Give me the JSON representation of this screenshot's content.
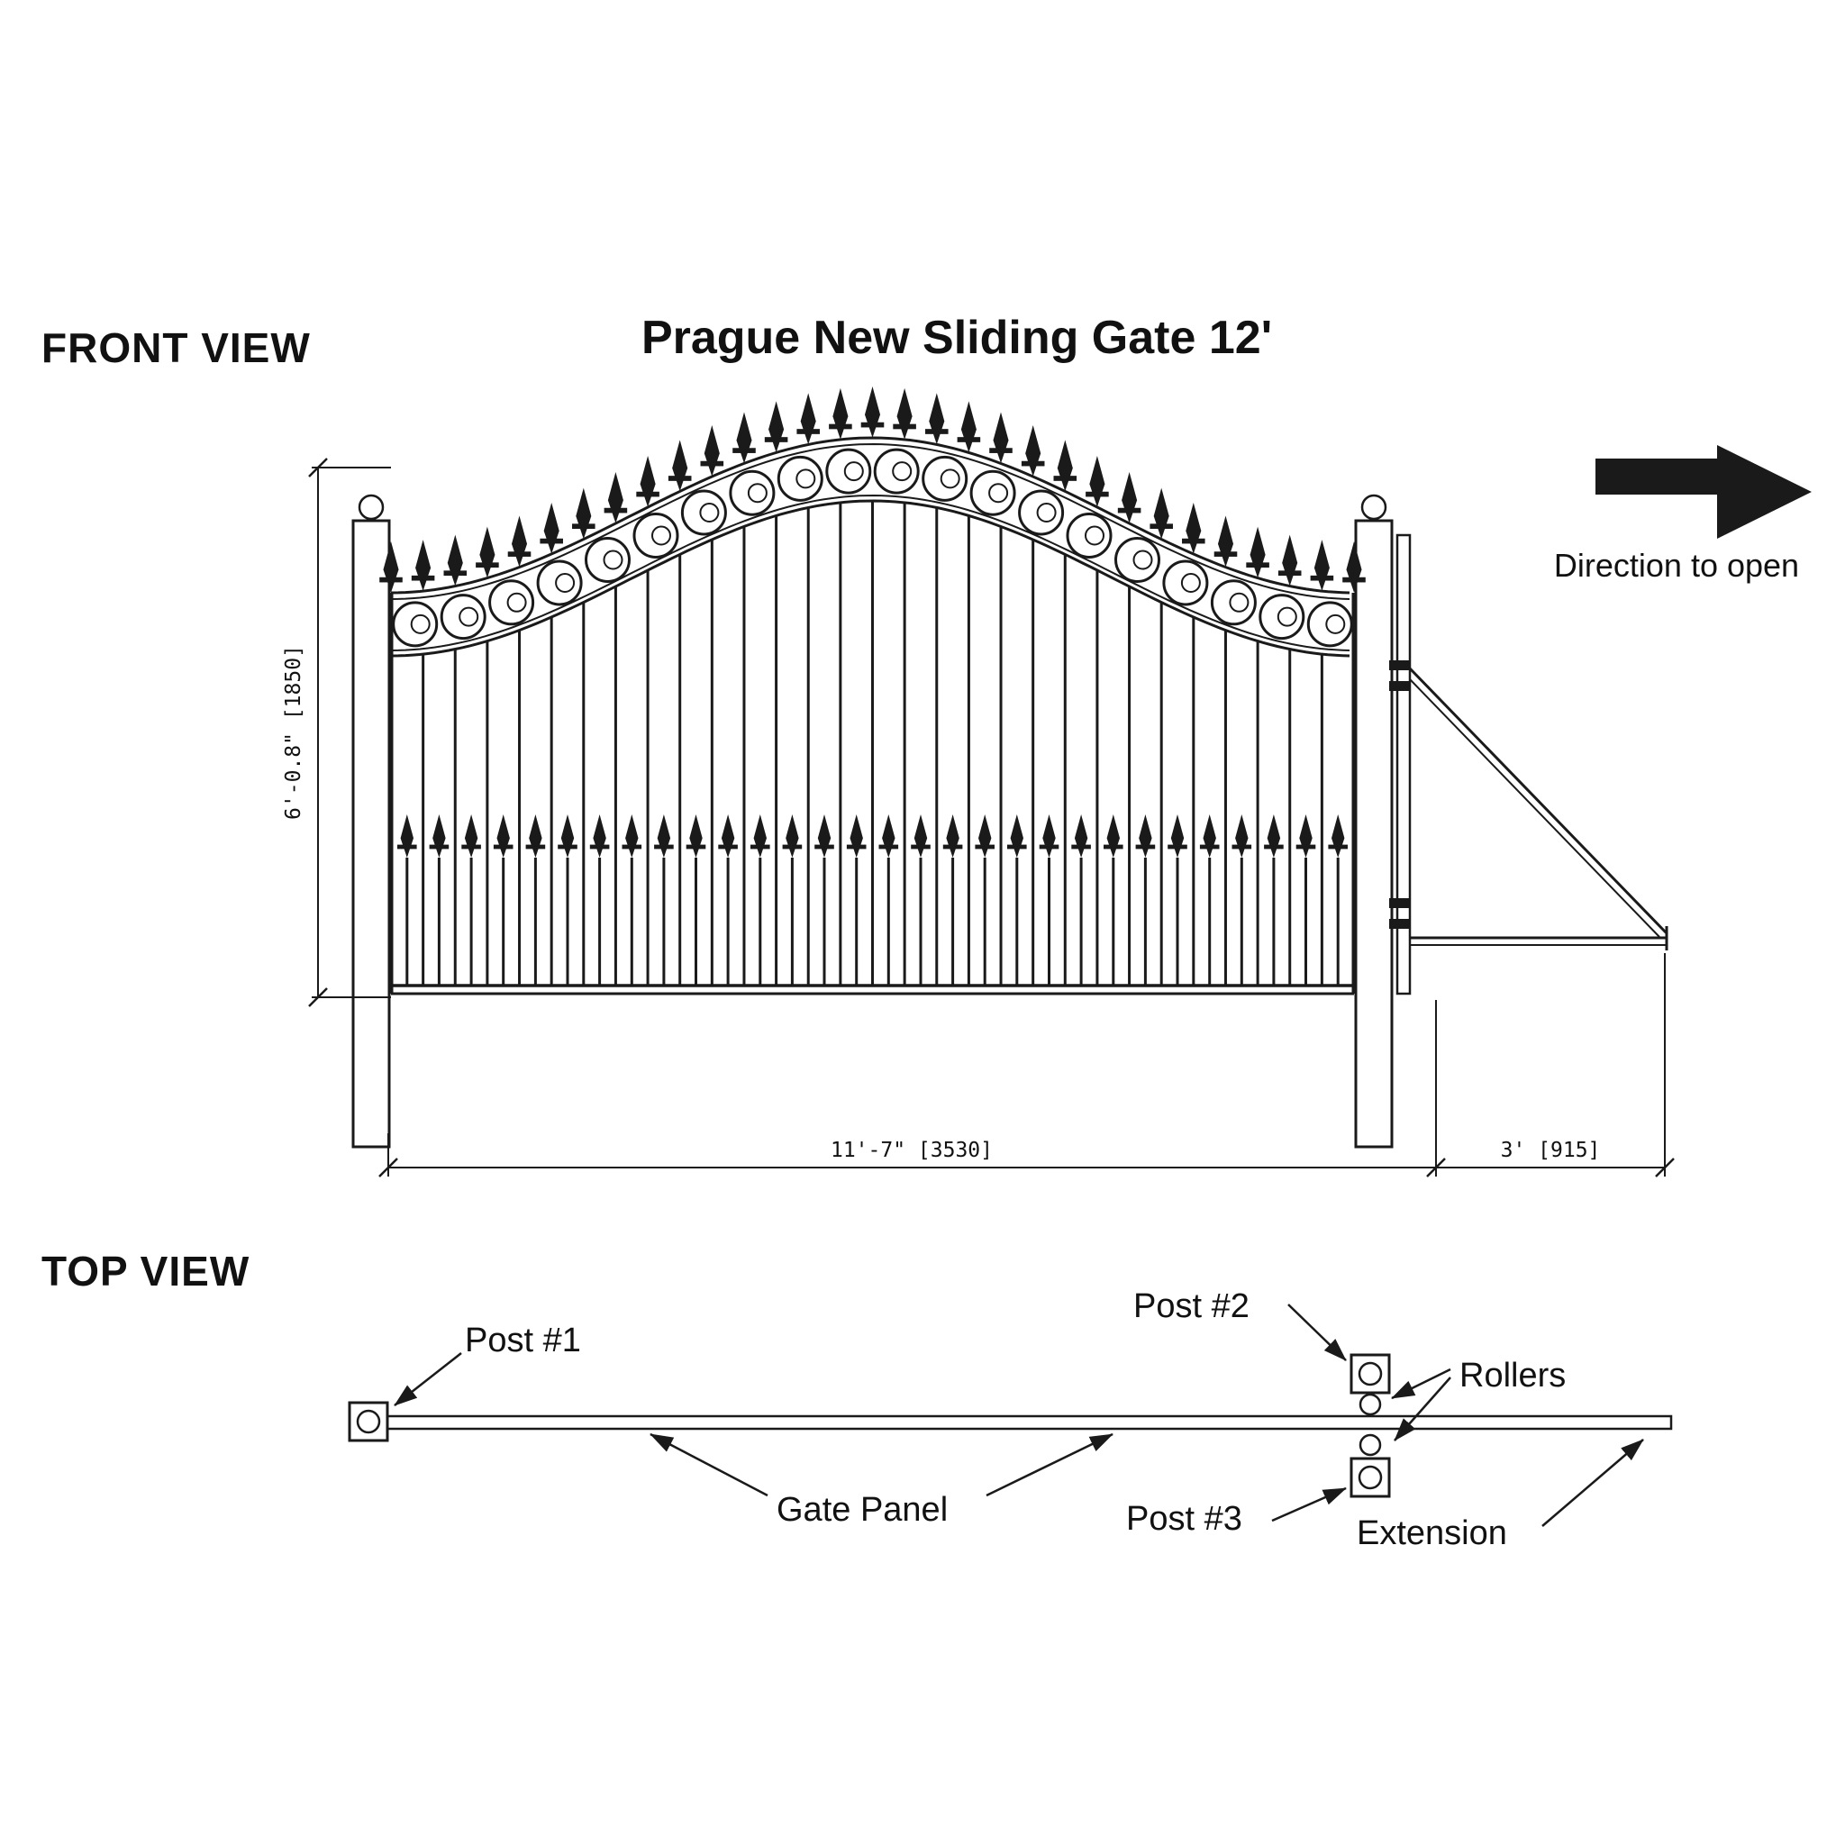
{
  "title": "Prague New Sliding Gate 12'",
  "front_view": {
    "label": "FRONT VIEW",
    "direction_label": "Direction to open",
    "dims": {
      "height": "6'-0.8\" [1850]",
      "gate_width": "11'-7\" [3530]",
      "extension_width": "3' [915]"
    }
  },
  "top_view": {
    "label": "TOP VIEW",
    "labels": {
      "post1": "Post #1",
      "post2": "Post #2",
      "post3": "Post #3",
      "rollers": "Rollers",
      "gate_panel": "Gate Panel",
      "extension": "Extension"
    }
  },
  "colors": {
    "ink": "#1a1a1a",
    "background": "#ffffff"
  }
}
